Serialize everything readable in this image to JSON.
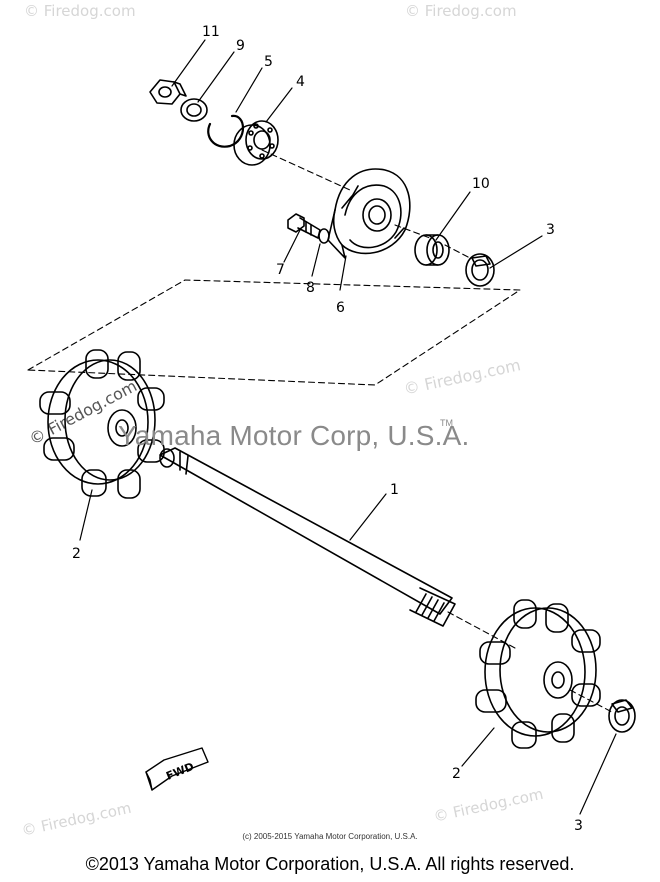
{
  "watermarks": {
    "site": "© Firedog.com",
    "corp": "Yamaha Motor Corp, U.S.A.",
    "tm": "TM"
  },
  "labels": {
    "l11": "11",
    "l9": "9",
    "l5": "5",
    "l4": "4",
    "l10": "10",
    "l3a": "3",
    "l7": "7",
    "l8": "8",
    "l6": "6",
    "l1": "1",
    "l2a": "2",
    "l2b": "2",
    "l3b": "3"
  },
  "fwd_label": "FWD",
  "small_copyright": "(c) 2005-2015 Yamaha Motor Corporation, U.S.A.",
  "footer": "©2013 Yamaha Motor Corporation, U.S.A. All rights reserved."
}
